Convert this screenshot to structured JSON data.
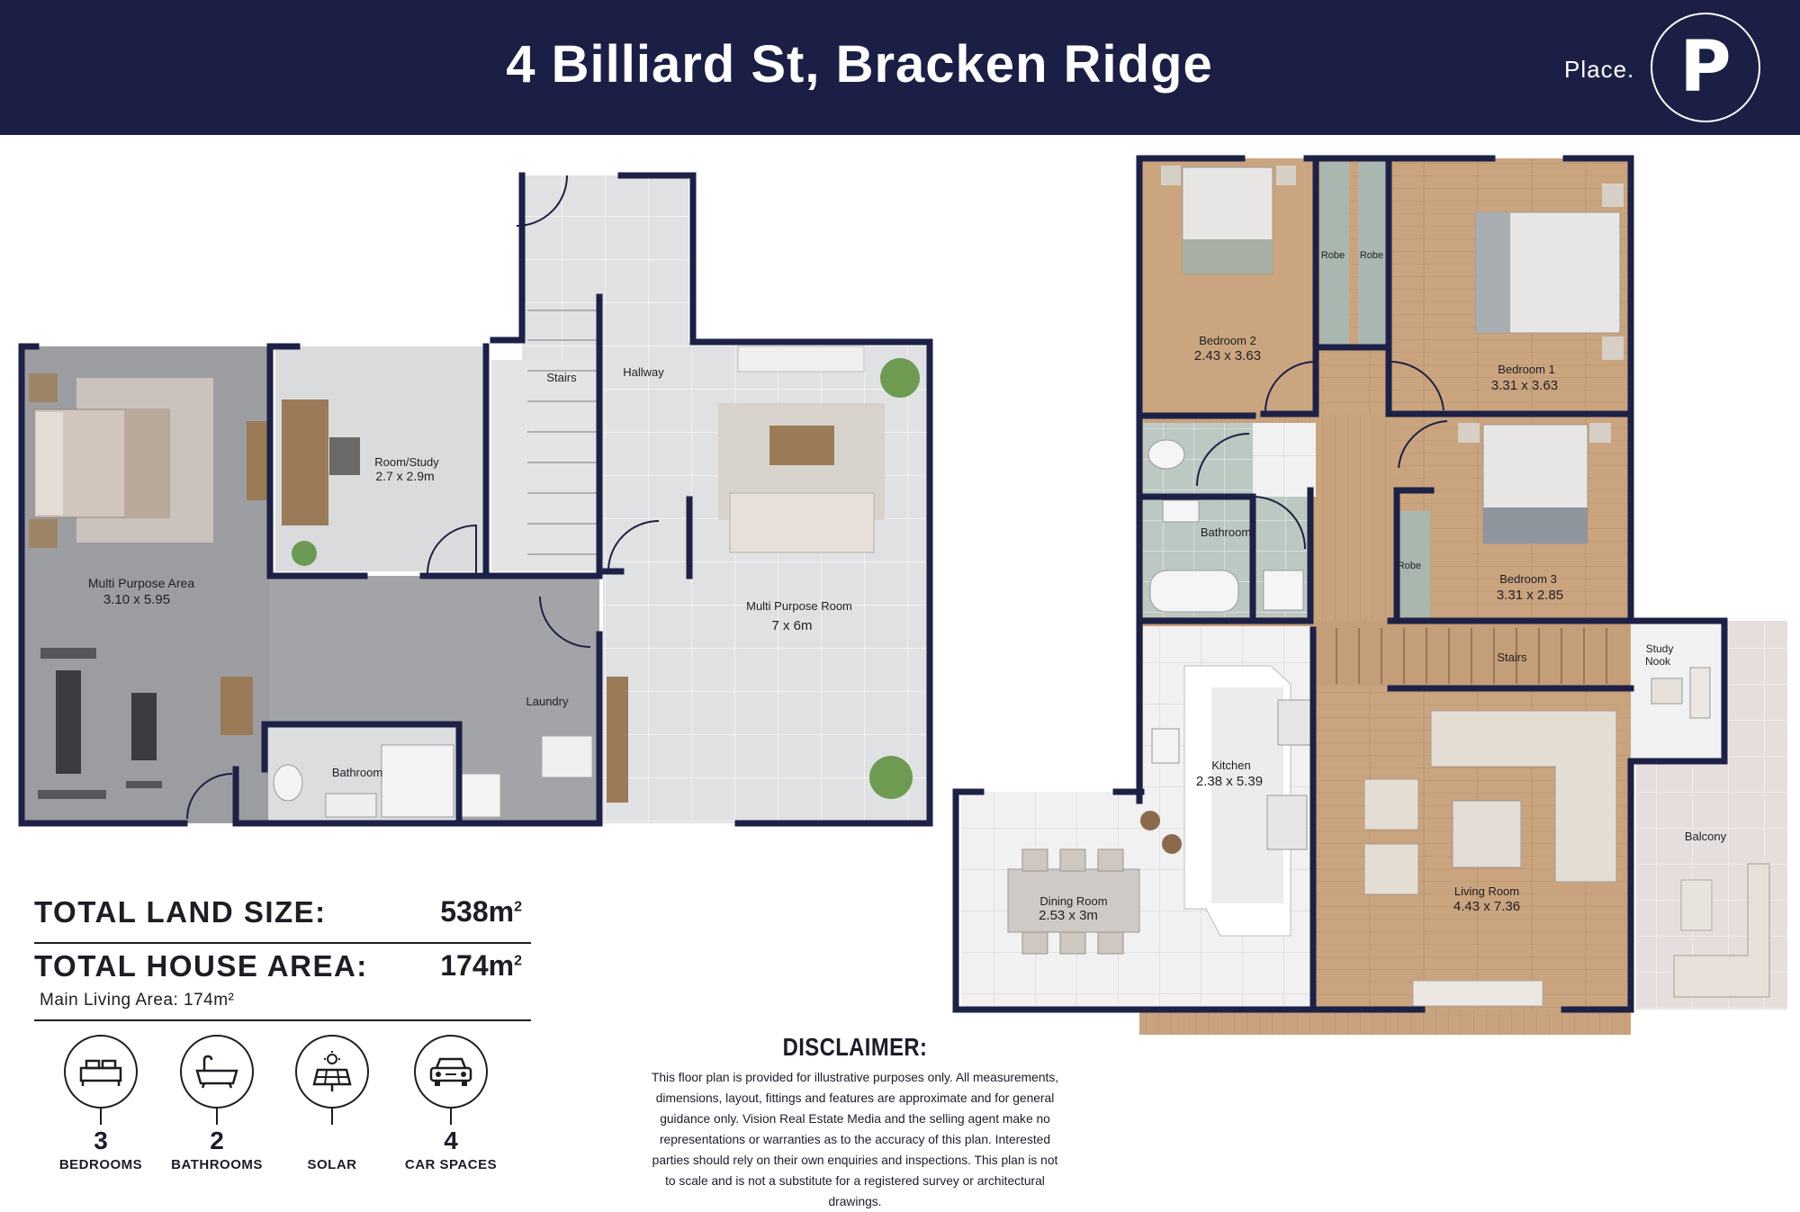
{
  "header": {
    "title": "4 Billiard St, Bracken Ridge",
    "brand": "Place.",
    "logo_letter": "P"
  },
  "ground_floor": {
    "rooms": {
      "multi_purpose_area": {
        "name": "Multi Purpose Area",
        "dims": "3.10 x 5.95"
      },
      "room_study": {
        "name": "Room/Study",
        "dims": "2.7 x 2.9m"
      },
      "stairs": {
        "name": "Stairs"
      },
      "hallway": {
        "name": "Hallway"
      },
      "multi_purpose_room": {
        "name": "Multi Purpose Room",
        "dims": "7 x 6m"
      },
      "laundry": {
        "name": "Laundry"
      },
      "bathroom": {
        "name": "Bathroom"
      }
    }
  },
  "upper_floor": {
    "rooms": {
      "bedroom_2": {
        "name": "Bedroom 2",
        "dims": "2.43 x 3.63"
      },
      "robe_1": {
        "name": "Robe"
      },
      "robe_2": {
        "name": "Robe"
      },
      "bedroom_1": {
        "name": "Bedroom 1",
        "dims": "3.31 x 3.63"
      },
      "bathroom": {
        "name": "Bathroom"
      },
      "robe_3": {
        "name": "Robe"
      },
      "bedroom_3": {
        "name": "Bedroom 3",
        "dims": "3.31 x 2.85"
      },
      "stairs": {
        "name": "Stairs"
      },
      "study_nook_1": {
        "name": "Study"
      },
      "study_nook_2": {
        "name": "Nook"
      },
      "kitchen": {
        "name": "Kitchen",
        "dims": "2.38 x 5.39"
      },
      "living_room": {
        "name": "Living Room",
        "dims": "4.43 x 7.36"
      },
      "balcony": {
        "name": "Balcony"
      },
      "dining_room": {
        "name": "Dining Room",
        "dims": "2.53 x 3m"
      }
    }
  },
  "stats": {
    "land_label": "TOTAL LAND SIZE:",
    "land_value": "538m",
    "house_label": "TOTAL HOUSE AREA:",
    "house_value": "174m",
    "main_living": "Main Living Area: 174m²"
  },
  "features": [
    {
      "icon": "bed-icon",
      "num": "3",
      "label": "BEDROOMS"
    },
    {
      "icon": "bathtub-icon",
      "num": "2",
      "label": "BATHROOMS"
    },
    {
      "icon": "solar-panel-icon",
      "num": "",
      "label": "SOLAR"
    },
    {
      "icon": "car-icon",
      "num": "4",
      "label": "CAR SPACES"
    }
  ],
  "disclaimer": {
    "title": "DISCLAIMER:",
    "lines": [
      "This floor plan is provided for illustrative purposes only. All measurements,",
      "dimensions, layout, fittings and features are approximate and for general",
      "guidance only. Vision Real Estate Media and the selling agent make no",
      "representations or warranties as to the accuracy of this plan. Interested",
      "parties should rely on their own enquiries and inspections. This plan is not",
      "to scale and is not a substitute for a registered survey or architectural drawings."
    ]
  },
  "colors": {
    "navy": "#1b1f45",
    "concrete": "#9d9ea1",
    "tile": "#dfe0e1",
    "wood": "#c9a27d",
    "bath_tile": "#b9c5bf"
  }
}
